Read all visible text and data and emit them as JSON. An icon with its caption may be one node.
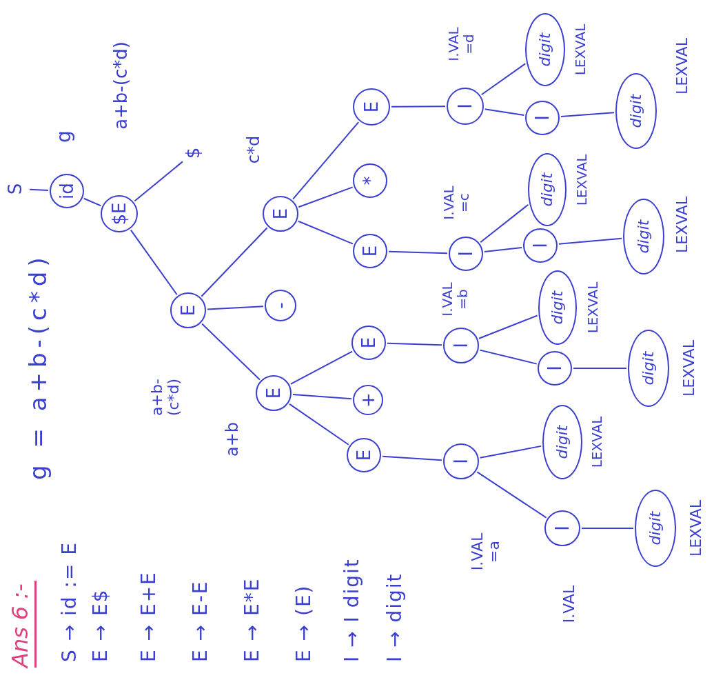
{
  "diagram": {
    "title": "Ans 6 :-",
    "nodes": [
      {
        "text": [
          "S"
        ]
      },
      {
        "text": [
          "id"
        ],
        "beside": [
          "g"
        ]
      },
      {
        "text": [
          "$E"
        ],
        "beside": [
          "a+b-(c*d)"
        ]
      },
      {
        "text": [
          "$"
        ]
      },
      {
        "text": [
          "E"
        ],
        "beside": [
          "a+b- (c*d)"
        ]
      },
      {
        "text": [
          "E"
        ],
        "beside": [
          "a+b"
        ]
      },
      {
        "text": [
          "-"
        ]
      },
      {
        "text": [
          "E"
        ],
        "beside": [
          "c*d"
        ]
      },
      {
        "text": [
          "E"
        ]
      },
      {
        "text": [
          "+"
        ]
      },
      {
        "text": [
          "E"
        ]
      },
      {
        "text": [
          "E"
        ]
      },
      {
        "text": [
          "*"
        ]
      },
      {
        "text": [
          "E"
        ]
      },
      {
        "text": [
          "I"
        ],
        "beside": [
          "I.VAL =a"
        ]
      },
      {
        "text": [
          "I"
        ],
        "beside": [
          "I.VAL =b"
        ]
      },
      {
        "text": [
          "I"
        ],
        "beside": [
          "I.VAL =c"
        ]
      },
      {
        "text": [
          "I"
        ],
        "beside": [
          "I.VAL =d"
        ]
      },
      {
        "text": [
          "I"
        ],
        "beside": [
          "I.VAL"
        ]
      },
      {
        "text": [
          "digit"
        ],
        "beside": [
          "LEXVAL"
        ]
      },
      {
        "text": [
          "I"
        ]
      },
      {
        "text": [
          "digit"
        ],
        "beside": [
          "LEXVAL"
        ]
      },
      {
        "text": [
          "I"
        ]
      },
      {
        "text": [
          "digit"
        ],
        "beside": [
          "LEXVAL"
        ]
      },
      {
        "text": [
          "I"
        ]
      },
      {
        "text": [
          "digit"
        ],
        "beside": [
          "LEXVAL"
        ]
      },
      {
        "text": [
          "digit"
        ],
        "beside": [
          "LEXVAL"
        ]
      },
      {
        "text": [
          "digit"
        ],
        "beside": [
          "LEXVAL"
        ]
      },
      {
        "text": [
          "digit"
        ],
        "beside": [
          "LEXVAL"
        ]
      },
      {
        "text": [
          "digit"
        ],
        "beside": [
          "LEXVAL"
        ]
      }
    ],
    "edges": [
      {
        "from": 0,
        "to": 1,
        "arrow": "none"
      },
      {
        "from": 1,
        "to": 2,
        "arrow": "none"
      },
      {
        "from": 2,
        "to": 3,
        "arrow": "none"
      },
      {
        "from": 2,
        "to": 4,
        "arrow": "none"
      },
      {
        "from": 4,
        "to": 5,
        "arrow": "none"
      },
      {
        "from": 4,
        "to": 6,
        "arrow": "none"
      },
      {
        "from": 4,
        "to": 7,
        "arrow": "none"
      },
      {
        "from": 5,
        "to": 8,
        "arrow": "none"
      },
      {
        "from": 5,
        "to": 9,
        "arrow": "none"
      },
      {
        "from": 5,
        "to": 10,
        "arrow": "none"
      },
      {
        "from": 7,
        "to": 11,
        "arrow": "none"
      },
      {
        "from": 7,
        "to": 12,
        "arrow": "none"
      },
      {
        "from": 7,
        "to": 13,
        "arrow": "none"
      },
      {
        "from": 8,
        "to": 14,
        "arrow": "none"
      },
      {
        "from": 10,
        "to": 15,
        "arrow": "none"
      },
      {
        "from": 11,
        "to": 16,
        "arrow": "none"
      },
      {
        "from": 13,
        "to": 17,
        "arrow": "none"
      },
      {
        "from": 14,
        "to": 18,
        "arrow": "none"
      },
      {
        "from": 14,
        "to": 19,
        "arrow": "none"
      },
      {
        "from": 15,
        "to": 20,
        "arrow": "none"
      },
      {
        "from": 15,
        "to": 21,
        "arrow": "none"
      },
      {
        "from": 16,
        "to": 22,
        "arrow": "none"
      },
      {
        "from": 16,
        "to": 23,
        "arrow": "none"
      },
      {
        "from": 17,
        "to": 24,
        "arrow": "none"
      },
      {
        "from": 17,
        "to": 25,
        "arrow": "none"
      },
      {
        "from": 18,
        "to": 26,
        "arrow": "none"
      },
      {
        "from": 20,
        "to": 27,
        "arrow": "none"
      },
      {
        "from": 22,
        "to": 28,
        "arrow": "none"
      },
      {
        "from": 24,
        "to": 29,
        "arrow": "none"
      }
    ],
    "labels": [
      "g = a+b-(c*d)",
      "S → id := E",
      "E → E$",
      "E → E+E",
      "E → E-E",
      "E → E*E",
      "E → (E)",
      "I → I digit",
      "I → digit"
    ]
  }
}
